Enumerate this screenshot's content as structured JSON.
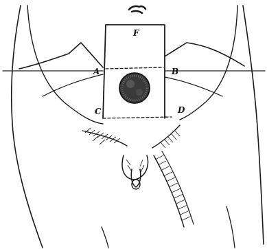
{
  "diagram": {
    "labels": {
      "top": "F",
      "upper_left": "A",
      "upper_right": "B",
      "lower_left": "C",
      "lower_right": "D"
    }
  }
}
